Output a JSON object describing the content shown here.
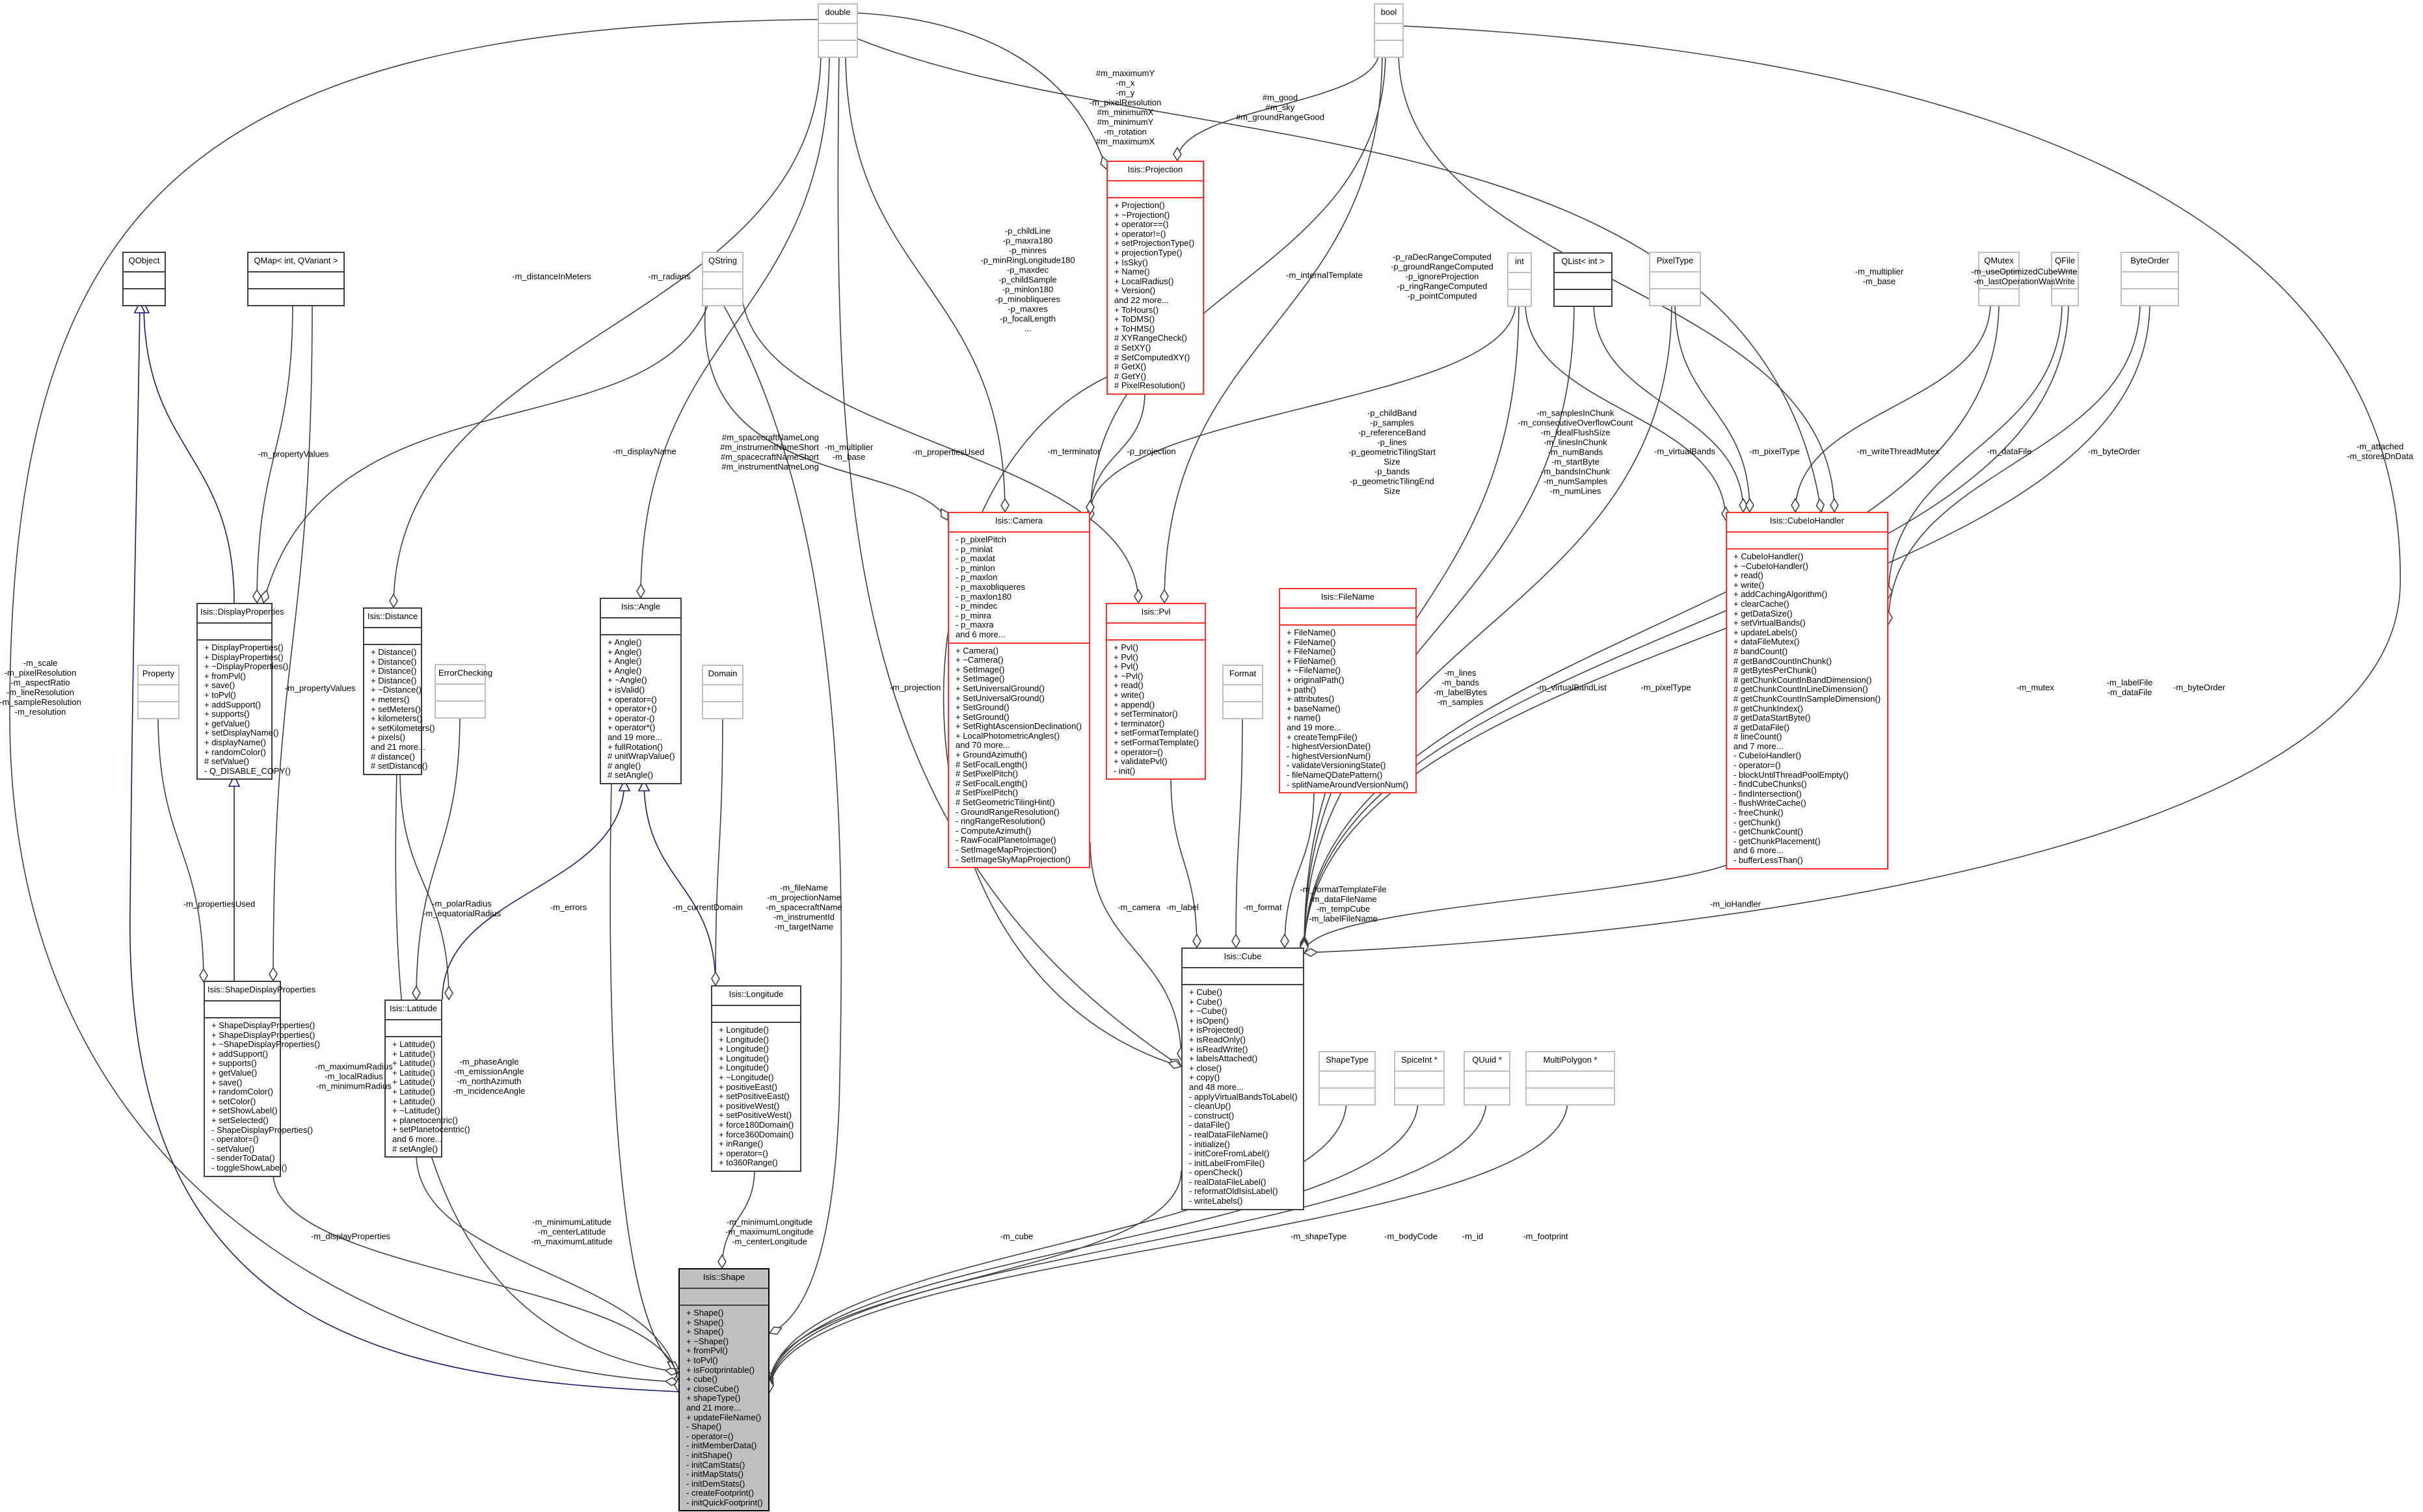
{
  "diagram": {
    "nodes": {
      "double": {
        "title": "double",
        "attributes": [],
        "methods": [],
        "border_color": "#bfbfbf"
      },
      "bool": {
        "title": "bool",
        "attributes": [],
        "methods": [],
        "border_color": "#bfbfbf"
      },
      "projection": {
        "title": "Isis::Projection",
        "attributes": [],
        "methods": [
          "+ Projection()",
          "+ ~Projection()",
          "+ operator==()",
          "+ operator!=()",
          "+ setProjectionType()",
          "+ projectionType()",
          "+ IsSky()",
          "+ Name()",
          "+ LocalRadius()",
          "+ Version()",
          "and 22 more...",
          "+ ToHours()",
          "+ ToDMS()",
          "+ ToHMS()",
          "# XYRangeCheck()",
          "# SetXY()",
          "# SetComputedXY()",
          "# GetX()",
          "# GetY()",
          "# PixelResolution()"
        ],
        "border_color": "#ff3030"
      },
      "qobject": {
        "title": "QObject",
        "attributes": [],
        "methods": [],
        "border_color": "#404040"
      },
      "qmap": {
        "title": "QMap< int, QVariant >",
        "attributes": [],
        "methods": [],
        "border_color": "#404040"
      },
      "qstring": {
        "title": "QString",
        "attributes": [],
        "methods": [],
        "border_color": "#bfbfbf"
      },
      "int": {
        "title": "int",
        "attributes": [],
        "methods": [],
        "border_color": "#bfbfbf"
      },
      "qlist": {
        "title": "QList< int >",
        "attributes": [],
        "methods": [],
        "border_color": "#404040"
      },
      "pixeltype": {
        "title": "PixelType",
        "attributes": [],
        "methods": [],
        "border_color": "#bfbfbf"
      },
      "qmutex": {
        "title": "QMutex",
        "attributes": [],
        "methods": [],
        "border_color": "#bfbfbf"
      },
      "qfile": {
        "title": "QFile",
        "attributes": [],
        "methods": [],
        "border_color": "#bfbfbf"
      },
      "byteorder": {
        "title": "ByteOrder",
        "attributes": [],
        "methods": [],
        "border_color": "#bfbfbf"
      },
      "displayprops": {
        "title": "Isis::DisplayProperties",
        "attributes": [],
        "methods": [
          "+ DisplayProperties()",
          "+ DisplayProperties()",
          "+ ~DisplayProperties()",
          "+ fromPvl()",
          "+ save()",
          "+ toPvl()",
          "+ addSupport()",
          "+ supports()",
          "+ getValue()",
          "+ setDisplayName()",
          "+ displayName()",
          "+ randomColor()",
          "# setValue()",
          "- Q_DISABLE_COPY()"
        ],
        "border_color": "#404040"
      },
      "distance": {
        "title": "Isis::Distance",
        "attributes": [],
        "methods": [
          "+ Distance()",
          "+ Distance()",
          "+ Distance()",
          "+ Distance()",
          "+ ~Distance()",
          "+ meters()",
          "+ setMeters()",
          "+ kilometers()",
          "+ setKilometers()",
          "+ pixels()",
          "and 21 more...",
          "# distance()",
          "# setDistance()"
        ],
        "border_color": "#404040"
      },
      "errorchecking": {
        "title": "ErrorChecking",
        "attributes": [],
        "methods": [],
        "border_color": "#bfbfbf"
      },
      "angle": {
        "title": "Isis::Angle",
        "attributes": [],
        "methods": [
          "+ Angle()",
          "+ Angle()",
          "+ Angle()",
          "+ Angle()",
          "+ ~Angle()",
          "+ isValid()",
          "+ operator=()",
          "+ operator+()",
          "+ operator-()",
          "+ operator*()",
          "and 19 more...",
          "+ fullRotation()",
          "# unitWrapValue()",
          "# angle()",
          "# setAngle()"
        ],
        "border_color": "#404040"
      },
      "domain": {
        "title": "Domain",
        "attributes": [],
        "methods": [],
        "border_color": "#bfbfbf"
      },
      "property": {
        "title": "Property",
        "attributes": [],
        "methods": [],
        "border_color": "#bfbfbf"
      },
      "camera": {
        "title": "Isis::Camera",
        "attributes": [
          "- p_pixelPitch",
          "- p_minlat",
          "- p_maxlat",
          "- p_minlon",
          "- p_maxlon",
          "- p_maxobliqueres",
          "- p_maxlon180",
          "- p_mindec",
          "- p_minra",
          "- p_maxra",
          "and 6 more..."
        ],
        "methods": [
          "+ Camera()",
          "+ ~Camera()",
          "+ SetImage()",
          "+ SetImage()",
          "+ SetUniversalGround()",
          "+ SetUniversalGround()",
          "+ SetGround()",
          "+ SetGround()",
          "+ SetRightAscensionDeclination()",
          "+ LocalPhotometricAngles()",
          "and 70 more...",
          "+ GroundAzimuth()",
          "# SetFocalLength()",
          "# SetPixelPitch()",
          "# SetFocalLength()",
          "# SetPixelPitch()",
          "# SetGeometricTilingHint()",
          "- GroundRangeResolution()",
          "- ringRangeResolution()",
          "- ComputeAzimuth()",
          "- RawFocalPlanetoImage()",
          "- SetImageMapProjection()",
          "- SetImageSkyMapProjection()"
        ],
        "border_color": "#ff3030"
      },
      "pvl": {
        "title": "Isis::Pvl",
        "attributes": [],
        "methods": [
          "+ Pvl()",
          "+ Pvl()",
          "+ Pvl()",
          "+ ~Pvl()",
          "+ read()",
          "+ write()",
          "+ append()",
          "+ setTerminator()",
          "+ terminator()",
          "+ setFormatTemplate()",
          "+ setFormatTemplate()",
          "+ operator=()",
          "+ validatePvl()",
          "- init()"
        ],
        "border_color": "#ff3030"
      },
      "format": {
        "title": "Format",
        "attributes": [],
        "methods": [],
        "border_color": "#bfbfbf"
      },
      "filename": {
        "title": "Isis::FileName",
        "attributes": [],
        "methods": [
          "+ FileName()",
          "+ FileName()",
          "+ FileName()",
          "+ FileName()",
          "+ ~FileName()",
          "+ originalPath()",
          "+ path()",
          "+ attributes()",
          "+ baseName()",
          "+ name()",
          "and 19 more...",
          "+ createTempFile()",
          "- highestVersionDate()",
          "- highestVersionNum()",
          "- validateVersioningState()",
          "- fileNameQDatePattern()",
          "- splitNameAroundVersionNum()"
        ],
        "border_color": "#ff3030"
      },
      "cubeiohandler": {
        "title": "Isis::CubeIoHandler",
        "attributes": [],
        "methods": [
          "+ CubeIoHandler()",
          "+ ~CubeIoHandler()",
          "+ read()",
          "+ write()",
          "+ addCachingAlgorithm()",
          "+ clearCache()",
          "+ getDataSize()",
          "+ setVirtualBands()",
          "+ updateLabels()",
          "+ dataFileMutex()",
          "# bandCount()",
          "# getBandCountInChunk()",
          "# getBytesPerChunk()",
          "# getChunkCountInBandDimension()",
          "# getChunkCountInLineDimension()",
          "# getChunkCountInSampleDimension()",
          "# getChunkIndex()",
          "# getDataStartByte()",
          "# getDataFile()",
          "# lineCount()",
          "and 7 more...",
          "- CubeIoHandler()",
          "- operator=()",
          "- blockUntilThreadPoolEmpty()",
          "- findCubeChunks()",
          "- findIntersection()",
          "- flushWriteCache()",
          "- freeChunk()",
          "- getChunk()",
          "- getChunkCount()",
          "- getChunkPlacement()",
          "and 6 more...",
          "- bufferLessThan()"
        ],
        "border_color": "#ff3030"
      },
      "shapedisplayprops": {
        "title": "Isis::ShapeDisplayProperties",
        "attributes": [],
        "methods": [
          "+ ShapeDisplayProperties()",
          "+ ShapeDisplayProperties()",
          "+ ~ShapeDisplayProperties()",
          "+ addSupport()",
          "+ supports()",
          "+ getValue()",
          "+ save()",
          "+ randomColor()",
          "+ setColor()",
          "+ setShowLabel()",
          "+ setSelected()",
          "- ShapeDisplayProperties()",
          "- operator=()",
          "- setValue()",
          "- senderToData()",
          "- toggleShowLabel()"
        ],
        "border_color": "#404040"
      },
      "latitude": {
        "title": "Isis::Latitude",
        "attributes": [],
        "methods": [
          "+ Latitude()",
          "+ Latitude()",
          "+ Latitude()",
          "+ Latitude()",
          "+ Latitude()",
          "+ Latitude()",
          "+ Latitude()",
          "+ ~Latitude()",
          "+ planetocentric()",
          "+ setPlanetocentric()",
          "and 6 more...",
          "# setAngle()"
        ],
        "border_color": "#404040"
      },
      "longitude": {
        "title": "Isis::Longitude",
        "attributes": [],
        "methods": [
          "+ Longitude()",
          "+ Longitude()",
          "+ Longitude()",
          "+ Longitude()",
          "+ Longitude()",
          "+ ~Longitude()",
          "+ positiveEast()",
          "+ setPositiveEast()",
          "+ positiveWest()",
          "+ setPositiveWest()",
          "+ force180Domain()",
          "+ force360Domain()",
          "+ inRange()",
          "+ operator=()",
          "+ to360Range()"
        ],
        "border_color": "#404040"
      },
      "cube": {
        "title": "Isis::Cube",
        "attributes": [],
        "methods": [
          "+ Cube()",
          "+ Cube()",
          "+ ~Cube()",
          "+ isOpen()",
          "+ isProjected()",
          "+ isReadOnly()",
          "+ isReadWrite()",
          "+ labelsAttached()",
          "+ close()",
          "+ copy()",
          "and 48 more...",
          "- applyVirtualBandsToLabel()",
          "- cleanUp()",
          "- construct()",
          "- dataFile()",
          "- realDataFileName()",
          "- initialize()",
          "- initCoreFromLabel()",
          "- initLabelFromFile()",
          "- openCheck()",
          "- realDataFileLabel()",
          "- reformatOldIsisLabel()",
          "- writeLabels()"
        ],
        "border_color": "#404040"
      },
      "shapetype": {
        "title": "ShapeType",
        "attributes": [],
        "methods": [],
        "border_color": "#bfbfbf"
      },
      "spiceint": {
        "title": "SpiceInt *",
        "attributes": [],
        "methods": [],
        "border_color": "#bfbfbf"
      },
      "quuid": {
        "title": "QUuid *",
        "attributes": [],
        "methods": [],
        "border_color": "#bfbfbf"
      },
      "multipolygon": {
        "title": "MultiPolygon *",
        "attributes": [],
        "methods": [],
        "border_color": "#bfbfbf"
      },
      "shape": {
        "title": "Isis::Shape",
        "attributes": [],
        "methods": [
          "+ Shape()",
          "+ Shape()",
          "+ Shape()",
          "+ ~Shape()",
          "+ fromPvl()",
          "+ toPvl()",
          "+ isFootprintable()",
          "+ cube()",
          "+ closeCube()",
          "+ shapeType()",
          "and 21 more...",
          "+ updateFileName()",
          "- Shape()",
          "- operator=()",
          "- initMemberData()",
          "- initShape()",
          "- initCamStats()",
          "- initMapStats()",
          "- initDemStats()",
          "- createFootprint()",
          "- initQuickFootprint()"
        ],
        "border_color": "#000000"
      }
    },
    "edge_labels": [
      {
        "lines": [
          "-m_scale",
          "-m_pixelResolution",
          "-m_aspectRatio",
          "-m_lineResolution",
          "-m_sampleResolution",
          "-m_resolution"
        ]
      },
      {
        "lines": [
          "-m_propertyValues"
        ]
      },
      {
        "lines": [
          "-m_distanceInMeters"
        ]
      },
      {
        "lines": [
          "-m_radians"
        ]
      },
      {
        "lines": [
          "-m_displayName"
        ]
      },
      {
        "lines": [
          "#m_spacecraftNameLong",
          "#m_instrumentNameShort",
          "#m_spacecraftNameShort",
          "#m_instrumentNameLong"
        ]
      },
      {
        "lines": [
          "-m_multiplier",
          "-m_base"
        ]
      },
      {
        "lines": [
          "-m_propertiesUsed"
        ]
      },
      {
        "lines": [
          "-m_terminator"
        ]
      },
      {
        "lines": [
          "-p_projection"
        ]
      },
      {
        "lines": [
          "-p_childLine",
          "-p_maxra180",
          "-p_minres",
          "-p_minRingLongitude180",
          "-p_maxdec",
          "-p_childSample",
          "-p_minlon180",
          "-p_minobliqueres",
          "-p_maxres",
          "-p_focalLength",
          "..."
        ]
      },
      {
        "lines": [
          "#m_maximumY",
          "-m_x",
          "-m_y",
          "-m_pixelResolution",
          "#m_minimumX",
          "#m_minimumY",
          "-m_rotation",
          "#m_maximumX"
        ]
      },
      {
        "lines": [
          "#m_good",
          "#m_sky",
          "#m_groundRangeGood"
        ]
      },
      {
        "lines": [
          "-m_internalTemplate"
        ]
      },
      {
        "lines": [
          "-p_raDecRangeComputed",
          "-p_groundRangeComputed",
          "-p_ignoreProjection",
          "-p_ringRangeComputed",
          "-p_pointComputed"
        ]
      },
      {
        "lines": [
          "-p_childBand",
          "-p_samples",
          "-p_referenceBand",
          "-p_lines",
          "-p_geometricTilingStart",
          "Size",
          "-p_bands",
          "-p_geometricTilingEnd",
          "Size"
        ]
      },
      {
        "lines": [
          "-m_samplesInChunk",
          "-m_consecutiveOverflowCount",
          "-m_idealFlushSize",
          "-m_linesInChunk",
          "-m_numBands",
          "-m_startByte",
          "-m_bandsInChunk",
          "-m_numSamples",
          "-m_numLines"
        ]
      },
      {
        "lines": [
          "-m_virtualBands"
        ]
      },
      {
        "lines": [
          "-m_pixelType"
        ]
      },
      {
        "lines": [
          "-m_writeThreadMutex"
        ]
      },
      {
        "lines": [
          "-m_dataFile"
        ]
      },
      {
        "lines": [
          "-m_byteOrder"
        ]
      },
      {
        "lines": [
          "-m_multiplier",
          "-m_base"
        ]
      },
      {
        "lines": [
          "-m_useOptimizedCubeWrite",
          "-m_lastOperationWasWrite"
        ]
      },
      {
        "lines": [
          "-m_attached",
          "-m_storesDnData"
        ]
      },
      {
        "lines": [
          "-m_propertyValues"
        ]
      },
      {
        "lines": [
          "-m_propertiesUsed"
        ]
      },
      {
        "lines": [
          "-m_polarRadius",
          "-m_equatorialRadius"
        ]
      },
      {
        "lines": [
          "-m_errors"
        ]
      },
      {
        "lines": [
          "-m_currentDomain"
        ]
      },
      {
        "lines": [
          "-m_fileName",
          "-m_projectionName",
          "-m_spacecraftName",
          "-m_instrumentId",
          "-m_targetName"
        ]
      },
      {
        "lines": [
          "-m_projection"
        ]
      },
      {
        "lines": [
          "-m_lines",
          "-m_bands",
          "-m_labelBytes",
          "-m_samples"
        ]
      },
      {
        "lines": [
          "-m_virtualBandList"
        ]
      },
      {
        "lines": [
          "-m_pixelType"
        ]
      },
      {
        "lines": [
          "-m_mutex"
        ]
      },
      {
        "lines": [
          "-m_labelFile",
          "-m_dataFile"
        ]
      },
      {
        "lines": [
          "-m_byteOrder"
        ]
      },
      {
        "lines": [
          "-m_camera"
        ]
      },
      {
        "lines": [
          "-m_label"
        ]
      },
      {
        "lines": [
          "-m_format"
        ]
      },
      {
        "lines": [
          "-m_formatTemplateFile",
          "-m_dataFileName",
          "-m_tempCube",
          "-m_labelFileName"
        ]
      },
      {
        "lines": [
          "-m_ioHandler"
        ]
      },
      {
        "lines": [
          "-m_maximumRadius",
          "-m_localRadius",
          "-m_minimumRadius"
        ]
      },
      {
        "lines": [
          "-m_phaseAngle",
          "-m_emissionAngle",
          "-m_northAzimuth",
          "-m_incidenceAngle"
        ]
      },
      {
        "lines": [
          "-m_displayProperties"
        ]
      },
      {
        "lines": [
          "-m_minimumLatitude",
          "-m_centerLatitude",
          "-m_maximumLatitude"
        ]
      },
      {
        "lines": [
          "-m_minimumLongitude",
          "-m_maximumLongitude",
          "-m_centerLongitude"
        ]
      },
      {
        "lines": [
          "-m_cube"
        ]
      },
      {
        "lines": [
          "-m_shapeType"
        ]
      },
      {
        "lines": [
          "-m_bodyCode"
        ]
      },
      {
        "lines": [
          "-m_id"
        ]
      },
      {
        "lines": [
          "-m_footprint"
        ]
      }
    ],
    "colors": {
      "edge": "#404040",
      "inheritance": "#191970",
      "highlight_fill": "#bfbfbf"
    }
  }
}
